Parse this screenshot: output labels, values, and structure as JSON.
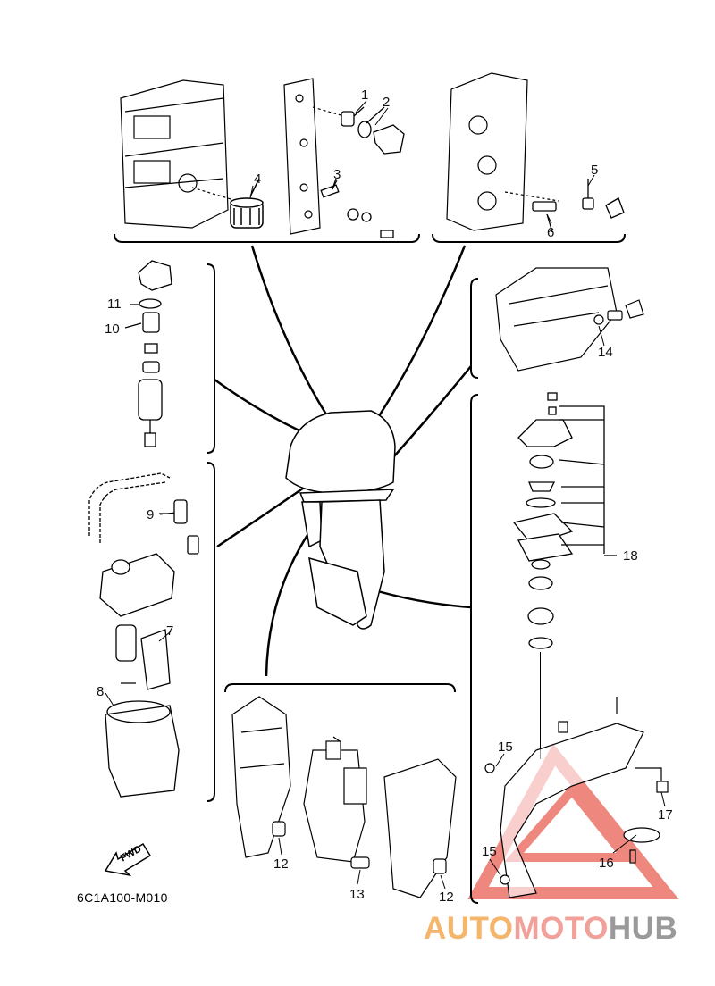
{
  "diagram_code": "6C1A100-M010",
  "fwd_label": "FWD",
  "callouts": [
    {
      "id": "1",
      "text": "1"
    },
    {
      "id": "2",
      "text": "2"
    },
    {
      "id": "3",
      "text": "3"
    },
    {
      "id": "4",
      "text": "4"
    },
    {
      "id": "5",
      "text": "5"
    },
    {
      "id": "6",
      "text": "6"
    },
    {
      "id": "7",
      "text": "7"
    },
    {
      "id": "8",
      "text": "8"
    },
    {
      "id": "9",
      "text": "9"
    },
    {
      "id": "10",
      "text": "10"
    },
    {
      "id": "11",
      "text": "11"
    },
    {
      "id": "12a",
      "text": "12"
    },
    {
      "id": "12b",
      "text": "12"
    },
    {
      "id": "13",
      "text": "13"
    },
    {
      "id": "14",
      "text": "14"
    },
    {
      "id": "15a",
      "text": "15"
    },
    {
      "id": "15b",
      "text": "15"
    },
    {
      "id": "16",
      "text": "16"
    },
    {
      "id": "17",
      "text": "17"
    },
    {
      "id": "18",
      "text": "18"
    }
  ],
  "watermark": {
    "part1": "AUTO",
    "part2": "MOTO",
    "part3": "HUB",
    "colors": {
      "auto": "#f5b56a",
      "moto": "#f2a09a",
      "hub": "#9a9a9a",
      "logo": "#e8574a"
    }
  }
}
